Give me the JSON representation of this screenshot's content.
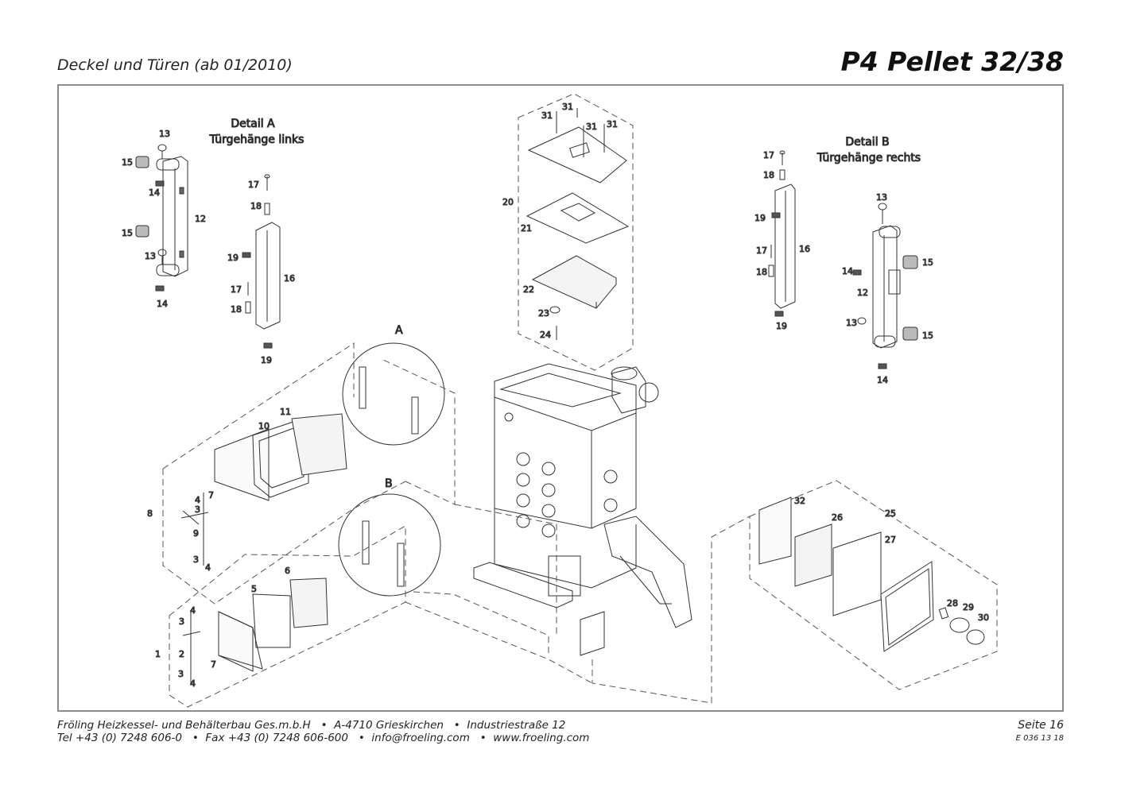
{
  "header": {
    "section_title": "Deckel und Türen (ab 01/2010)",
    "model_title": "P4 Pellet 32/38"
  },
  "details": {
    "a_title": "Detail A",
    "a_subtitle": "Türgehänge links",
    "b_title": "Detail B",
    "b_subtitle": "Türgehänge rechts",
    "a_marker": "A",
    "b_marker": "B"
  },
  "callouts": {
    "detail_a": [
      "13",
      "15",
      "14",
      "12",
      "15",
      "13",
      "14",
      "17",
      "18",
      "19",
      "16",
      "17",
      "18",
      "19"
    ],
    "detail_b": [
      "17",
      "18",
      "19",
      "16",
      "17",
      "18",
      "19",
      "13",
      "14",
      "15",
      "12",
      "13",
      "15",
      "14"
    ],
    "hopper_lid": [
      "31",
      "31",
      "31",
      "31",
      "20",
      "21",
      "22",
      "23",
      "24"
    ],
    "doors": [
      "11",
      "10",
      "8",
      "7",
      "4",
      "3",
      "9",
      "3",
      "4",
      "6",
      "5",
      "4",
      "3",
      "1",
      "2",
      "7",
      "3",
      "4"
    ],
    "rear_panel": [
      "32",
      "26",
      "25",
      "27",
      "28",
      "29",
      "30"
    ]
  },
  "footer": {
    "line1": "Fröling Heizkessel- und Behälterbau Ges.m.b.H   •  A-4710 Grieskirchen   •  Industriestraße 12",
    "line2": "Tel +43 (0) 7248 606-0   •  Fax +43 (0) 7248 606-600   •  info@froeling.com   •  www.froeling.com",
    "page": "Seite 16",
    "doc_number": "E 036 13 18"
  }
}
